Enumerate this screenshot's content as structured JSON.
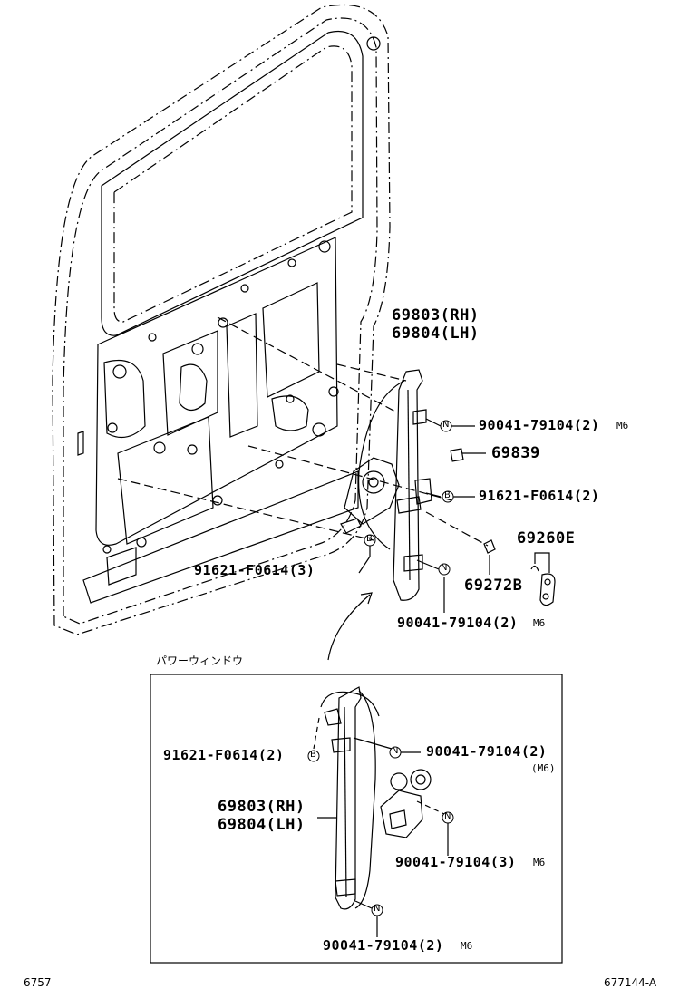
{
  "diagram": {
    "inset_title": "パワーウィンドウ",
    "page_number": "6757",
    "figure_id": "677144-A"
  },
  "labels": {
    "main_regulator_rh": "69803(RH)",
    "main_regulator_lh": "69804(LH)",
    "main_bolt_upper": "90041-79104(2)",
    "main_bolt_upper_size": "M6",
    "main_part_69839": "69839",
    "main_bolt_mid_right": "91621-F0614(2)",
    "main_bolt_left": "91621-F0614(3)",
    "main_part_69260e": "69260E",
    "main_part_69272b": "69272B",
    "main_bolt_lower": "90041-79104(2)",
    "main_bolt_lower_size": "M6",
    "inset_bolt_left": "91621-F0614(2)",
    "inset_bolt_upper": "90041-79104(2)",
    "inset_bolt_upper_size": "(M6)",
    "inset_regulator_rh": "69803(RH)",
    "inset_regulator_lh": "69804(LH)",
    "inset_bolt_mid": "90041-79104(3)",
    "inset_bolt_mid_size": "M6",
    "inset_bolt_lower": "90041-79104(2)",
    "inset_bolt_lower_size": "M6"
  },
  "markers": {
    "n": "N",
    "b": "B"
  }
}
